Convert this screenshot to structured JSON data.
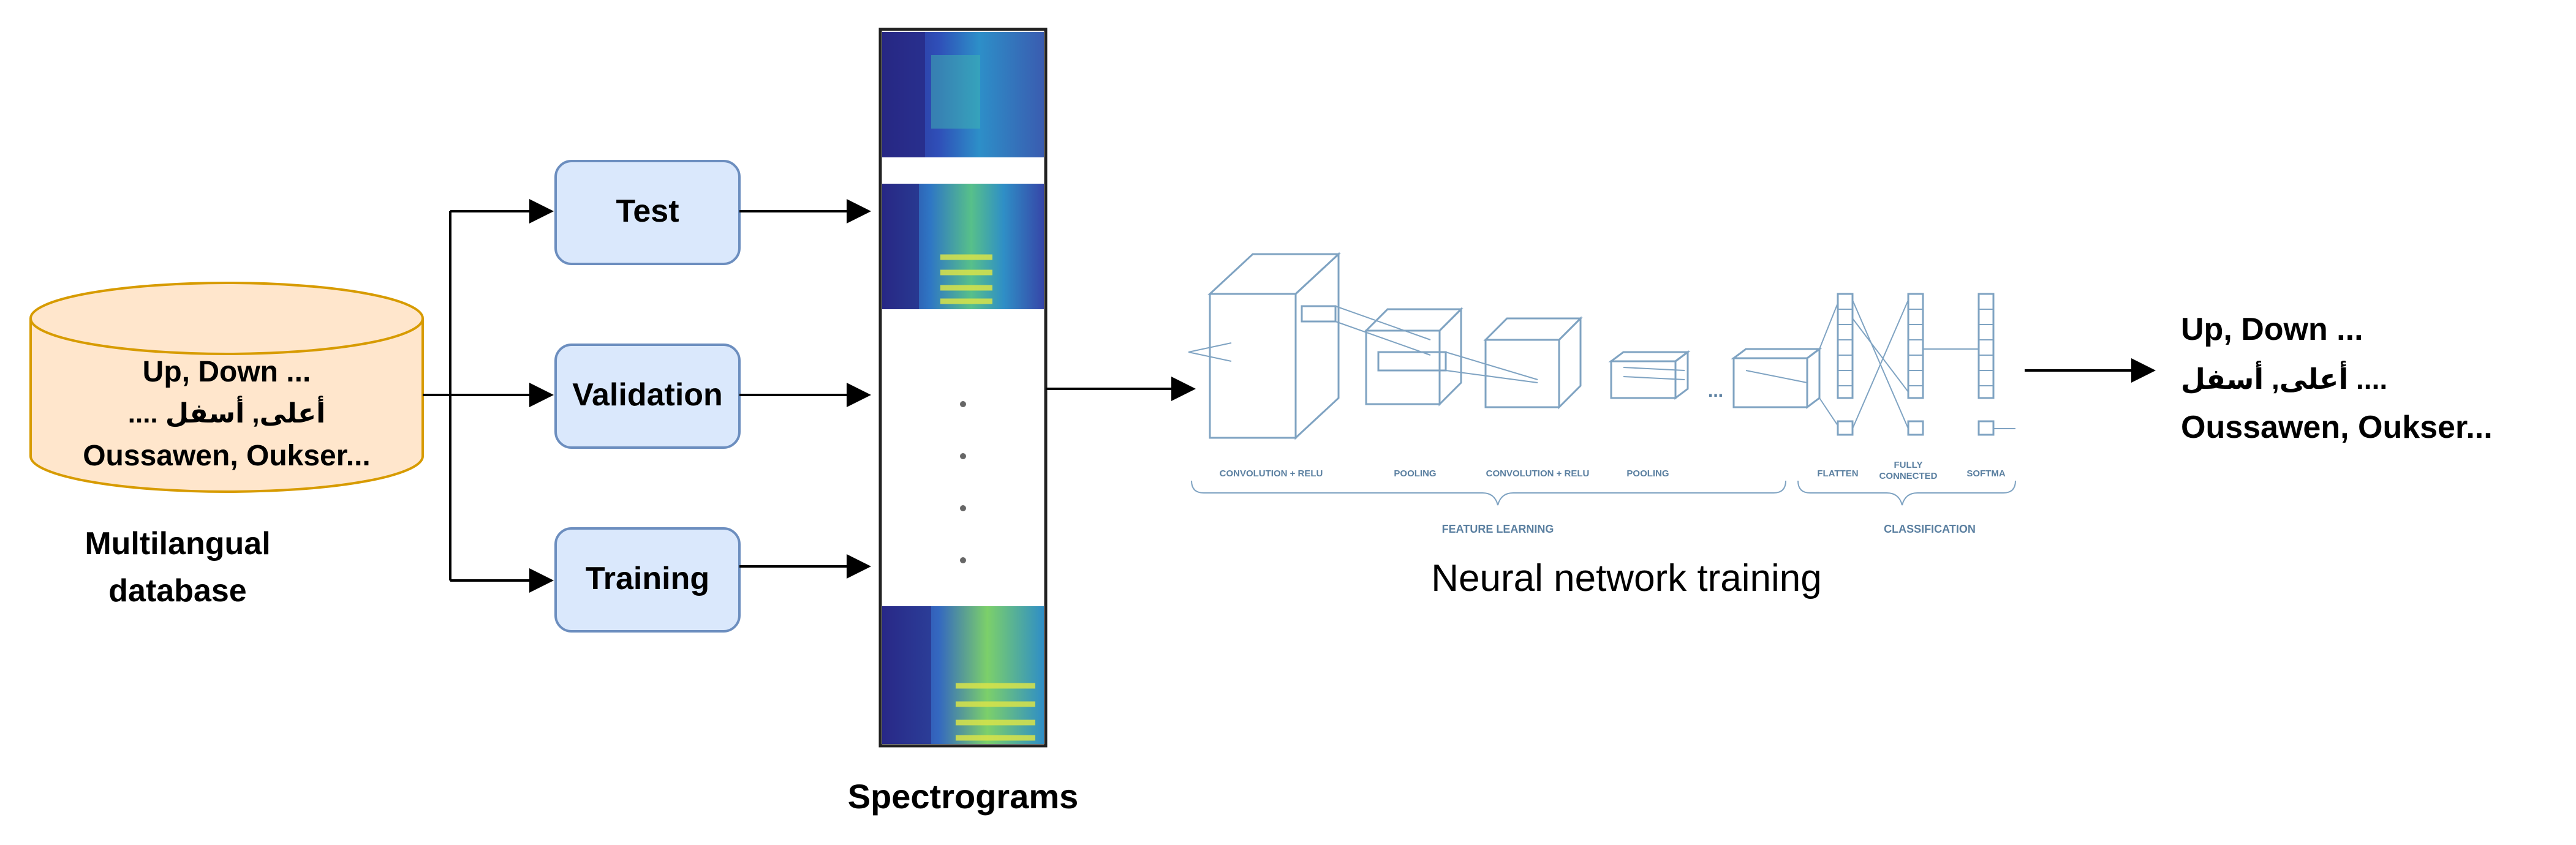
{
  "database": {
    "lines": [
      "Up, Down ...",
      "أعلى, أسفل ....",
      "Oussawen, Oukser..."
    ],
    "caption_line1": "Multilangual",
    "caption_line2": "database"
  },
  "splits": {
    "test": "Test",
    "validation": "Validation",
    "training": "Training"
  },
  "spectrograms": {
    "caption": "Spectrograms"
  },
  "network": {
    "caption": "Neural network training",
    "stages": {
      "conv1": "CONVOLUTION + RELU",
      "pool1": "POOLING",
      "conv2": "CONVOLUTION + RELU",
      "pool2": "POOLING",
      "flatten": "FLATTEN",
      "fully_line1": "FULLY",
      "fully_line2": "CONNECTED",
      "softmax": "SOFTMA"
    },
    "groups": {
      "feature_learning": "FEATURE LEARNING",
      "classification": "CLASSIFICATION"
    }
  },
  "output": {
    "lines": [
      "Up, Down ...",
      "أعلى, أسفل ....",
      "Oussawen, Oukser..."
    ]
  },
  "colors": {
    "cylinder_fill": "#ffe6cc",
    "cylinder_stroke": "#d79b00",
    "box_fill": "#dae8fc",
    "box_stroke": "#6c8ebf",
    "cnn_stroke": "#7fa3c2"
  }
}
